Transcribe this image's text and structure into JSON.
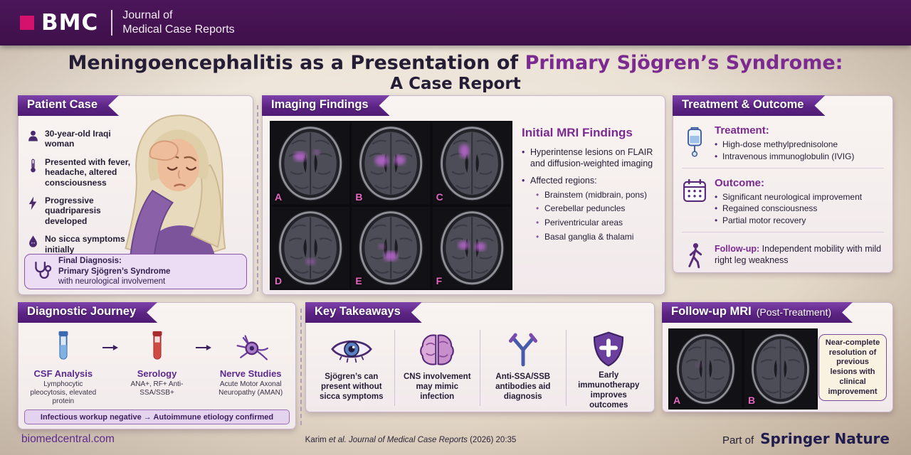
{
  "colors": {
    "brand_magenta": "#d4116d",
    "header_purple": "#431250",
    "ribbon_purple": "#5c2484",
    "accent_purple": "#7b2a90",
    "ink": "#241d35"
  },
  "header": {
    "logo_text": "BMC",
    "journal_line1": "Journal of",
    "journal_line2": "Medical Case Reports"
  },
  "title": {
    "line1_prefix": "Meningoencephalitis as a Presentation of ",
    "line1_highlight": "Primary Sjögren’s Syndrome:",
    "line2": "A Case Report"
  },
  "patient": {
    "header": "Patient Case",
    "items": [
      {
        "icon": "person-icon",
        "text": "30-year-old Iraqi woman"
      },
      {
        "icon": "thermometer-icon",
        "text": "Presented with fever, headache, altered consciousness"
      },
      {
        "icon": "lightning-icon",
        "text": "Progressive quadriparesis developed"
      },
      {
        "icon": "droplet-icon",
        "text": "No sicca symptoms initially"
      }
    ],
    "diagnosis_label": "Final Diagnosis:",
    "diagnosis_line1": "Primary Sjögren’s Syndrome",
    "diagnosis_line2": "with neurological involvement"
  },
  "imaging": {
    "header": "Imaging Findings",
    "mri_labels": [
      "A",
      "B",
      "C",
      "D",
      "E",
      "F"
    ],
    "findings_title": "Initial MRI Findings",
    "bullet1": "Hyperintense lesions on FLAIR and diffusion-weighted imaging",
    "bullet2": "Affected regions:",
    "regions": [
      "Brainstem (midbrain, pons)",
      "Cerebellar peduncles",
      "Periventricular areas",
      "Basal ganglia & thalami"
    ]
  },
  "treatment": {
    "header": "Treatment & Outcome",
    "treatment_title": "Treatment:",
    "treatment_items": [
      "High-dose methylprednisolone",
      "Intravenous immunoglobulin (IVIG)"
    ],
    "outcome_title": "Outcome:",
    "outcome_items": [
      "Significant neurological improvement",
      "Regained consciousness",
      "Partial motor recovery"
    ],
    "followup_label": "Follow-up:",
    "followup_text": "Independent mobility with mild right leg weakness"
  },
  "diagnostic": {
    "header": "Diagnostic Journey",
    "steps": [
      {
        "title": "CSF Analysis",
        "desc": "Lymphocytic pleocytosis, elevated protein"
      },
      {
        "title": "Serology",
        "desc": "ANA+, RF+ Anti-SSA/SSB+"
      },
      {
        "title": "Nerve Studies",
        "desc": "Acute Motor Axonal Neuropathy (AMAN)"
      }
    ],
    "banner": "Infectious workup negative → Autoimmune etiology confirmed"
  },
  "takeaways": {
    "header": "Key Takeaways",
    "items": [
      {
        "icon": "eye-icon",
        "text": "Sjögren’s can present without sicca symptoms"
      },
      {
        "icon": "brain-icon",
        "text": "CNS involvement may mimic infection"
      },
      {
        "icon": "antibody-icon",
        "text": "Anti-SSA/SSB antibodies aid diagnosis"
      },
      {
        "icon": "shield-icon",
        "text": "Early immunotherapy improves outcomes"
      }
    ]
  },
  "followup_mri": {
    "header": "Follow-up MRI",
    "header_suffix": "(Post-Treatment)",
    "labels": [
      "A",
      "B"
    ],
    "note": "Near-complete resolution of previous lesions with clinical improvement"
  },
  "footer": {
    "site": "biomedcentral.com",
    "cit_author": "Karim ",
    "cit_etal": "et al. ",
    "cit_journal": "Journal of Medical Case Reports",
    "cit_tail": "  (2026) 20:35",
    "partof": "Part of",
    "brand": "Springer Nature"
  }
}
